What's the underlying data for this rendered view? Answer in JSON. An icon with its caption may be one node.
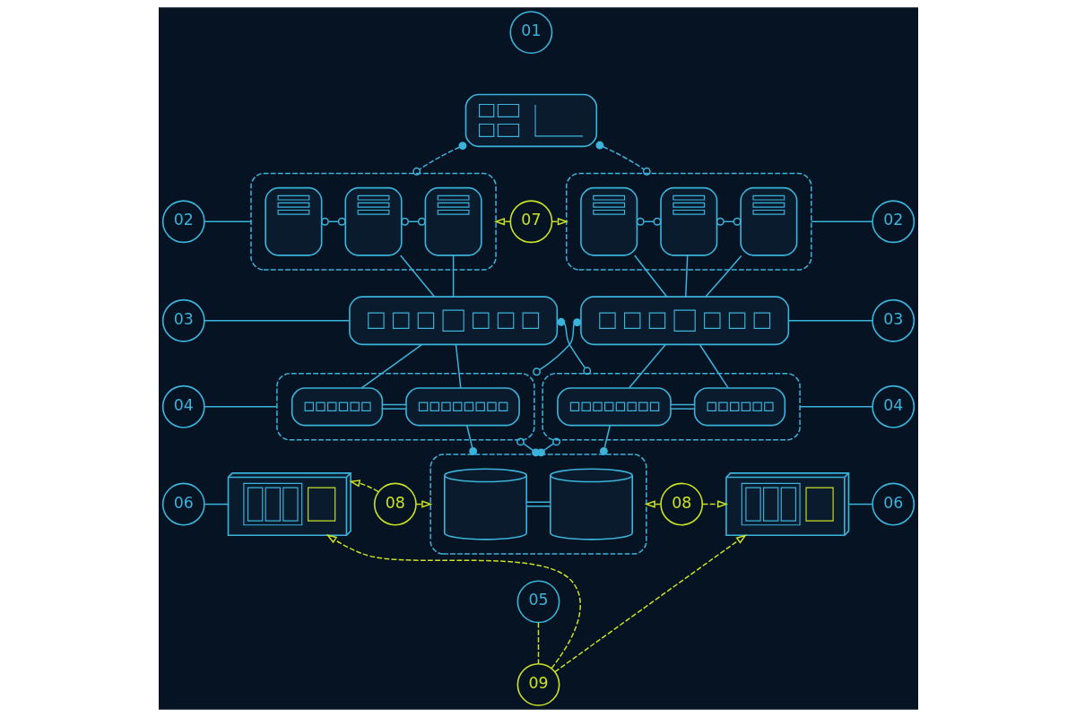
{
  "diagram": {
    "nodes": [
      {
        "text": [
          "01"
        ]
      },
      {
        "text": [],
        "shape": "picture"
      },
      {
        "text": [
          "02"
        ]
      },
      {
        "text": [],
        "shape": "box"
      },
      {
        "text": [],
        "shape": "box",
        "in": 3
      },
      {
        "text": [],
        "shape": "box",
        "in": 3
      },
      {
        "text": [],
        "shape": "box",
        "in": 3
      },
      {
        "text": [
          "07"
        ]
      },
      {
        "text": [],
        "shape": "box"
      },
      {
        "text": [],
        "shape": "box",
        "in": 8
      },
      {
        "text": [],
        "shape": "box",
        "in": 8
      },
      {
        "text": [],
        "shape": "box",
        "in": 8
      },
      {
        "text": [
          "02"
        ]
      },
      {
        "text": [
          "03"
        ]
      },
      {
        "text": [],
        "shape": "bar"
      },
      {
        "text": [],
        "shape": "bar"
      },
      {
        "text": [
          "03"
        ]
      },
      {
        "text": [
          "04"
        ]
      },
      {
        "text": [],
        "shape": "box"
      },
      {
        "text": [],
        "shape": "bar",
        "in": 18
      },
      {
        "text": [],
        "shape": "bar",
        "in": 18
      },
      {
        "text": [],
        "shape": "box"
      },
      {
        "text": [],
        "shape": "bar",
        "in": 21
      },
      {
        "text": [],
        "shape": "bar",
        "in": 21
      },
      {
        "text": [
          "04"
        ]
      },
      {
        "text": [
          "06"
        ]
      },
      {
        "text": [],
        "shape": "box"
      },
      {
        "text": [
          "08"
        ]
      },
      {
        "text": [],
        "shape": "box"
      },
      {
        "text": [],
        "shape": "cylinder",
        "in": 28
      },
      {
        "text": [],
        "shape": "cylinder",
        "in": 28
      },
      {
        "text": [
          "08"
        ]
      },
      {
        "text": [],
        "shape": "box"
      },
      {
        "text": [
          "06"
        ]
      },
      {
        "text": [
          "05"
        ]
      },
      {
        "text": [
          "09"
        ]
      }
    ],
    "edges": [
      {
        "from": 1,
        "to": 3,
        "arrow": "other",
        "style": "dashed"
      },
      {
        "from": 1,
        "to": 8,
        "arrow": "other",
        "style": "dashed"
      },
      {
        "from": 2,
        "to": 3,
        "arrow": "none"
      },
      {
        "from": 7,
        "to": 3,
        "arrow": "to",
        "style": "dashed",
        "color": "#c9e126"
      },
      {
        "from": 7,
        "to": 8,
        "arrow": "to",
        "style": "dashed",
        "color": "#c9e126"
      },
      {
        "from": 8,
        "to": 12,
        "arrow": "none"
      },
      {
        "from": 4,
        "to": 5,
        "arrow": "other"
      },
      {
        "from": 5,
        "to": 6,
        "arrow": "other"
      },
      {
        "from": 9,
        "to": 10,
        "arrow": "other"
      },
      {
        "from": 10,
        "to": 11,
        "arrow": "other"
      },
      {
        "from": 5,
        "to": 14,
        "arrow": "none"
      },
      {
        "from": 6,
        "to": 14,
        "arrow": "none"
      },
      {
        "from": 9,
        "to": 15,
        "arrow": "none"
      },
      {
        "from": 10,
        "to": 15,
        "arrow": "none"
      },
      {
        "from": 11,
        "to": 15,
        "arrow": "none"
      },
      {
        "from": 13,
        "to": 14,
        "arrow": "none"
      },
      {
        "from": 15,
        "to": 16,
        "arrow": "none"
      },
      {
        "from": 14,
        "to": 19,
        "arrow": "none"
      },
      {
        "from": 14,
        "to": 20,
        "arrow": "none"
      },
      {
        "from": 15,
        "to": 22,
        "arrow": "none"
      },
      {
        "from": 15,
        "to": 23,
        "arrow": "none"
      },
      {
        "from": 19,
        "to": 20,
        "arrow": "none"
      },
      {
        "from": 22,
        "to": 23,
        "arrow": "none"
      },
      {
        "from": 14,
        "to": 21,
        "arrow": "other"
      },
      {
        "from": 15,
        "to": 18,
        "arrow": "other"
      },
      {
        "from": 17,
        "to": 18,
        "arrow": "none"
      },
      {
        "from": 21,
        "to": 24,
        "arrow": "none"
      },
      {
        "from": 20,
        "to": 28,
        "arrow": "other"
      },
      {
        "from": 18,
        "to": 28,
        "arrow": "other"
      },
      {
        "from": 21,
        "to": 28,
        "arrow": "other"
      },
      {
        "from": 22,
        "to": 28,
        "arrow": "other"
      },
      {
        "from": 29,
        "to": 30,
        "arrow": "none"
      },
      {
        "from": 25,
        "to": 26,
        "arrow": "none"
      },
      {
        "from": 27,
        "to": 26,
        "arrow": "to",
        "style": "dashed",
        "color": "#c9e126"
      },
      {
        "from": 27,
        "to": 28,
        "arrow": "to",
        "style": "dashed",
        "color": "#c9e126"
      },
      {
        "from": 31,
        "to": 28,
        "arrow": "to",
        "style": "dashed",
        "color": "#c9e126"
      },
      {
        "from": 31,
        "to": 32,
        "arrow": "to",
        "style": "dashed",
        "color": "#c9e126"
      },
      {
        "from": 32,
        "to": 33,
        "arrow": "none"
      },
      {
        "from": 34,
        "to": 35,
        "arrow": "none",
        "style": "dashed",
        "color": "#c9e126"
      },
      {
        "from": 35,
        "to": 26,
        "arrow": "to",
        "style": "dashed",
        "color": "#c9e126"
      },
      {
        "from": 35,
        "to": 32,
        "arrow": "to",
        "style": "dashed",
        "color": "#c9e126"
      }
    ]
  }
}
